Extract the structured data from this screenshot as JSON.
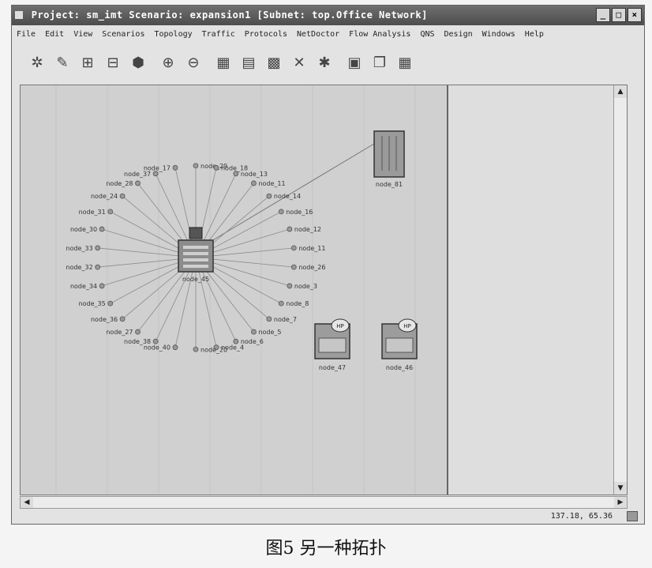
{
  "window": {
    "title": "Project: sm_imt Scenario: expansion1  [Subnet: top.Office Network]",
    "minimize": "_",
    "maximize": "□",
    "close": "×"
  },
  "menu": [
    "File",
    "Edit",
    "View",
    "Scenarios",
    "Topology",
    "Traffic",
    "Protocols",
    "NetDoctor",
    "Flow Analysis",
    "QNS",
    "Design",
    "Windows",
    "Help"
  ],
  "toolbar": [
    {
      "name": "open-palette-icon",
      "glyph": "✲"
    },
    {
      "name": "check-links-icon",
      "glyph": "✎"
    },
    {
      "name": "fail-node-icon",
      "glyph": "⊞"
    },
    {
      "name": "recover-node-icon",
      "glyph": "⊟"
    },
    {
      "name": "return-parent-icon",
      "glyph": "⬢"
    },
    {
      "name": "zoom-in-icon",
      "glyph": "⊕"
    },
    {
      "name": "zoom-out-icon",
      "glyph": "⊖"
    },
    {
      "name": "configure-sim-icon",
      "glyph": "▦"
    },
    {
      "name": "run-sim-icon",
      "glyph": "▤"
    },
    {
      "name": "view-results-icon",
      "glyph": "▩"
    },
    {
      "name": "hide-graphs-icon",
      "glyph": "✕"
    },
    {
      "name": "flow-icon",
      "glyph": "✱"
    },
    {
      "name": "tile-icon",
      "glyph": "▣"
    },
    {
      "name": "cascade-icon",
      "glyph": "❐"
    },
    {
      "name": "grid-icon",
      "glyph": "▦"
    }
  ],
  "topology": {
    "hub_label": "node_45",
    "server_label": "node_81",
    "device_left_label": "node_47",
    "device_right_label": "node_46",
    "ring_labels": [
      "node_29",
      "node_18",
      "node_13",
      "node_11",
      "node_14",
      "node_16",
      "node_12",
      "node_11",
      "node_26",
      "node_3",
      "node_8",
      "node_7",
      "node_5",
      "node_6",
      "node_4",
      "node_20",
      "node_40",
      "node_38",
      "node_27",
      "node_36",
      "node_35",
      "node_34",
      "node_32",
      "node_33",
      "node_30",
      "node_31",
      "node_24",
      "node_28",
      "node_37",
      "node_17"
    ],
    "device_badge": "HP"
  },
  "status": {
    "coords": "137.18, 65.36"
  },
  "caption": "图5 另一种拓扑"
}
